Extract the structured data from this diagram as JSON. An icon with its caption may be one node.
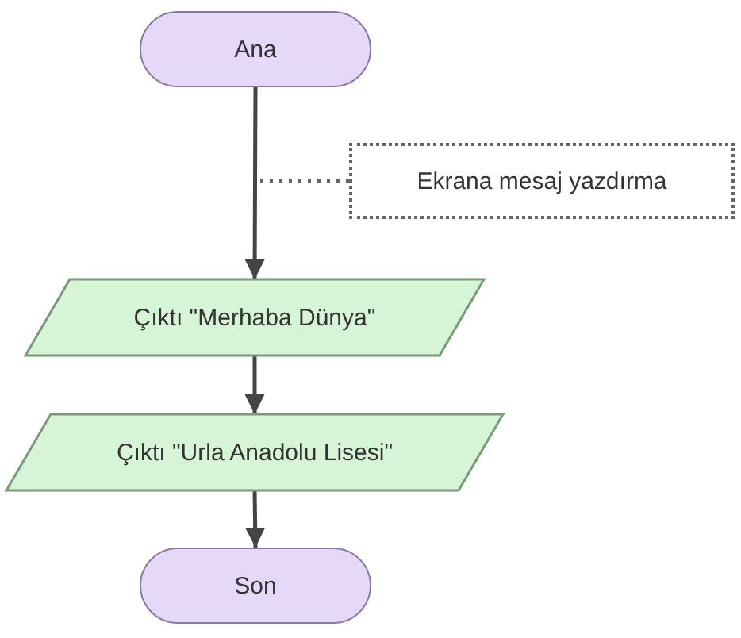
{
  "diagram": {
    "nodes": [
      {
        "text": [
          "Ana"
        ]
      },
      {
        "text": [
          "Ekrana mesaj yazdırma"
        ]
      },
      {
        "text": [
          "Çıktı \"Merhaba Dünya\""
        ]
      },
      {
        "text": [
          "Çıktı \"Urla Anadolu Lisesi\""
        ]
      },
      {
        "text": [
          "Son"
        ]
      }
    ],
    "edges": [
      {
        "from": 0,
        "to": 2,
        "arrow": "to"
      },
      {
        "from": 2,
        "to": 3,
        "arrow": "to"
      },
      {
        "from": 3,
        "to": 4,
        "arrow": "to"
      },
      {
        "from": 1,
        "to": null,
        "arrow": "none",
        "style": "dashed"
      }
    ]
  }
}
